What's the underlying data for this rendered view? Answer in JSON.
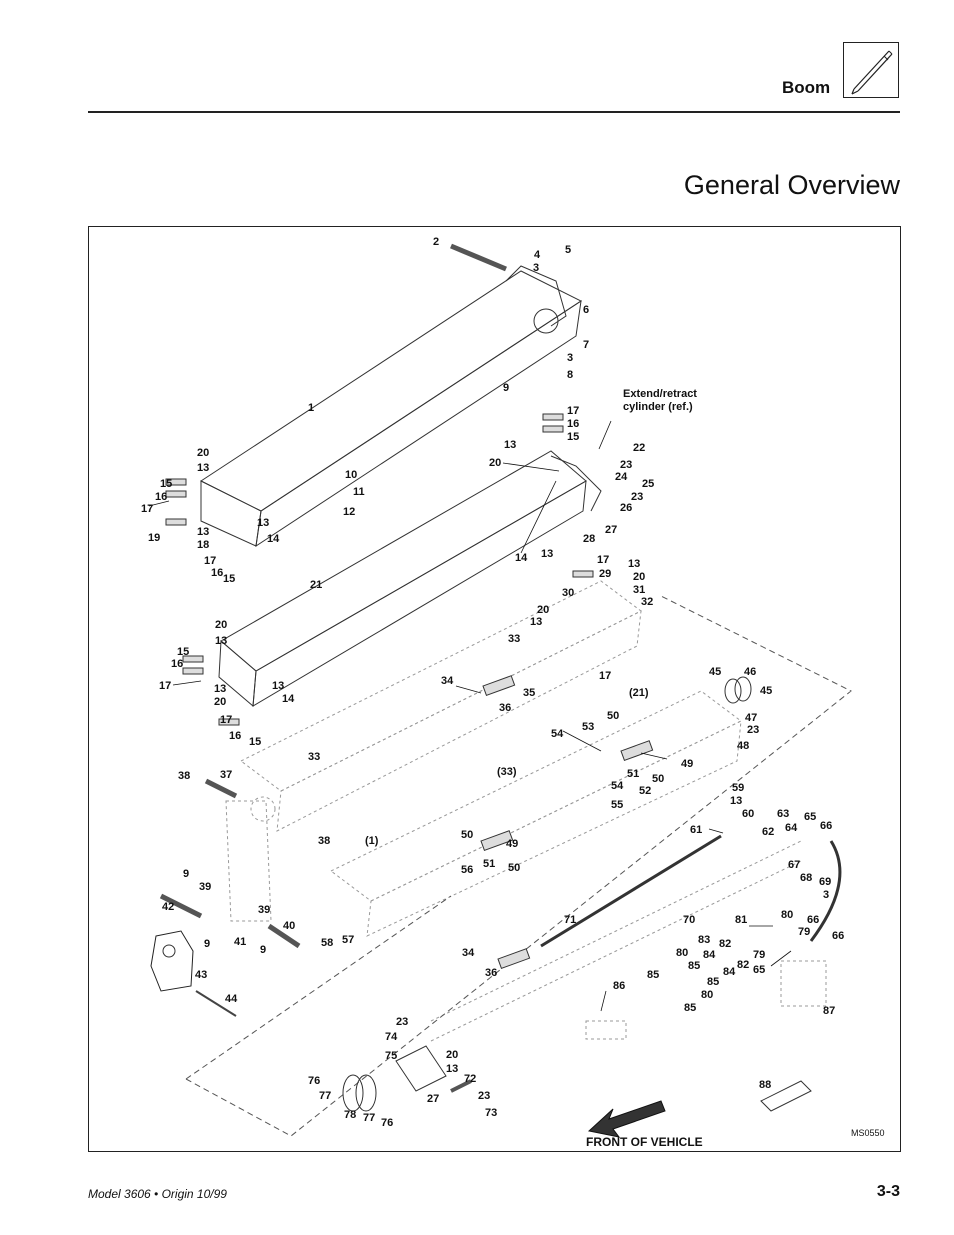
{
  "header": {
    "section": "Boom"
  },
  "page_title": "General Overview",
  "figure": {
    "note_line1": "Extend/retract",
    "note_line2": "cylinder (ref.)",
    "front_label": "FRONT OF VEHICLE",
    "figure_id": "MS0550",
    "callouts": {
      "c2": "2",
      "c4": "4",
      "c5": "5",
      "c3a": "3",
      "c6": "6",
      "c7": "7",
      "c3b": "3",
      "c8": "8",
      "c9a": "9",
      "c1": "1",
      "c17a": "17",
      "c16a": "16",
      "c15a": "15",
      "c13a": "13",
      "c22": "22",
      "c20a": "20",
      "c23a": "23",
      "c24": "24",
      "c25": "25",
      "c23b": "23",
      "c26": "26",
      "c27a": "27",
      "c28": "28",
      "c14a": "14",
      "c13b": "13",
      "c20b": "20",
      "c13c": "13",
      "c10": "10",
      "c11": "11",
      "c12": "12",
      "c15b": "15",
      "c16b": "16",
      "c17b": "17",
      "c19": "19",
      "c13d": "13",
      "c18": "18",
      "c13e": "13",
      "c14b": "14",
      "c17c": "17",
      "c16c": "16",
      "c15c": "15",
      "c21": "21",
      "c17d": "17",
      "c29": "29",
      "c13f": "13",
      "c20c": "20",
      "c31": "31",
      "c30": "30",
      "c32": "32",
      "c20d": "20",
      "c13g": "13",
      "c33a": "33",
      "c17e": "17",
      "c20e": "20",
      "c13h": "13",
      "c15d": "15",
      "c16d": "16",
      "c17f": "17",
      "c13i": "13",
      "c20f": "20",
      "c14c": "14",
      "c17g": "17",
      "c16e": "16",
      "c15e": "15",
      "c34a": "34",
      "c35": "35",
      "c36a": "36",
      "c21p": "(21)",
      "c45a": "45",
      "c46": "46",
      "c45b": "45",
      "c47": "47",
      "c23c": "23",
      "c48": "48",
      "c33b": "33",
      "c50a": "50",
      "c53": "53",
      "c54a": "54",
      "c49a": "49",
      "c33p": "(33)",
      "c51a": "51",
      "c50b": "50",
      "c54b": "54",
      "c52": "52",
      "c55": "55",
      "c38a": "38",
      "c37": "37",
      "c38b": "38",
      "c1p": "(1)",
      "c50c": "50",
      "c49b": "49",
      "c56": "56",
      "c51b": "51",
      "c50d": "50",
      "c59": "59",
      "c13j": "13",
      "c60": "60",
      "c61": "61",
      "c63": "63",
      "c65a": "65",
      "c62": "62",
      "c64": "64",
      "c66a": "66",
      "c67": "67",
      "c68": "68",
      "c69": "69",
      "c3c": "3",
      "c9b": "9",
      "c39a": "39",
      "c42": "42",
      "c39b": "39",
      "c40": "40",
      "c9c": "9",
      "c41": "41",
      "c9d": "9",
      "c58": "58",
      "c57": "57",
      "c71": "71",
      "c70": "70",
      "c81": "81",
      "c80a": "80",
      "c66b": "66",
      "c79a": "79",
      "c66c": "66",
      "c83": "83",
      "c82a": "82",
      "c80b": "80",
      "c84a": "84",
      "c79b": "79",
      "c85a": "85",
      "c84b": "84",
      "c82b": "82",
      "c65b": "65",
      "c85b": "85",
      "c85c": "85",
      "c80c": "80",
      "c85d": "85",
      "c34b": "34",
      "c36b": "36",
      "c86": "86",
      "c87": "87",
      "c43": "43",
      "c44": "44",
      "c23d": "23",
      "c74": "74",
      "c75": "75",
      "c20g": "20",
      "c13k": "13",
      "c76a": "76",
      "c77a": "77",
      "c27b": "27",
      "c72": "72",
      "c23e": "23",
      "c73": "73",
      "c78": "78",
      "c77b": "77",
      "c76b": "76",
      "c88": "88"
    }
  },
  "footer": {
    "model": "Model 3606 • Origin 10/99",
    "page_number": "3-3"
  }
}
